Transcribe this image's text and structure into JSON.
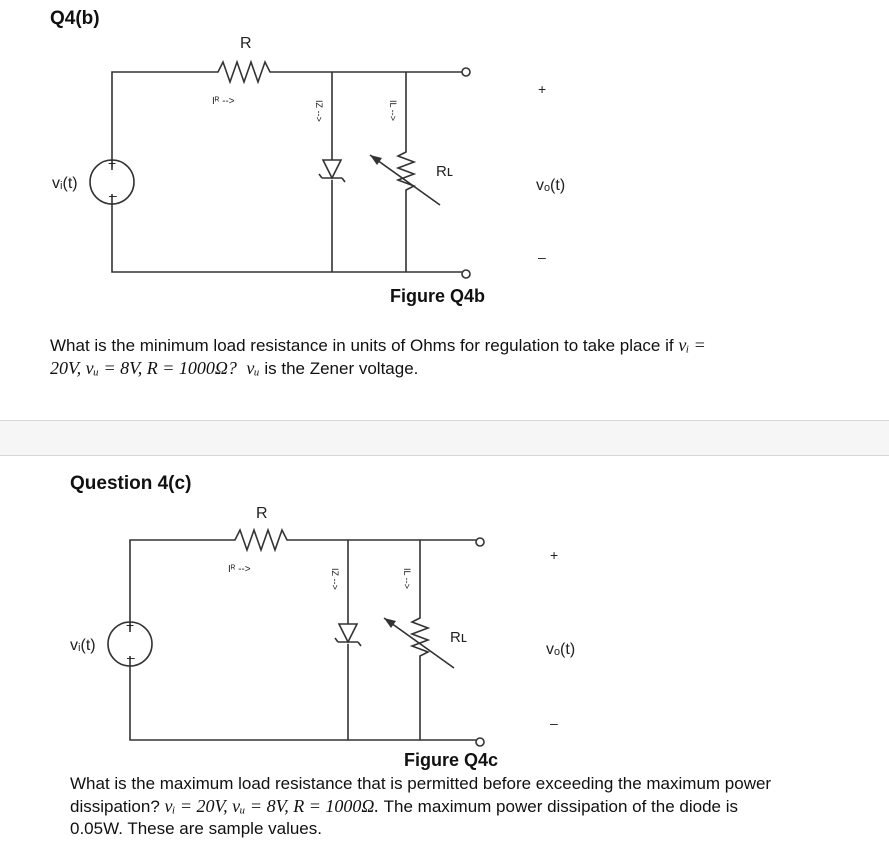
{
  "q4b": {
    "heading": "Q4(b)",
    "circuit": {
      "resistor_label": "R",
      "current_r": "Iᴿ -->",
      "current_z": "IZ -->",
      "current_l": "IL -->",
      "source_label": "vᵢ(t)",
      "load_label": "Rʟ",
      "output_label": "vₒ(t)",
      "plus": "+",
      "minus": "–",
      "source_plus": "+",
      "source_minus": "–"
    },
    "figure_caption": "Figure Q4b",
    "question_line1": "What is the minimum load resistance in units of Ohms for regulation to take place if ",
    "question_math1": "vᵢ =",
    "question_math2": "20V, vᵤ = 8V, R = 1000Ω?",
    "question_math3": "vᵤ",
    "question_line2_end": " is the Zener voltage."
  },
  "q4c": {
    "heading": "Question 4(c)",
    "circuit": {
      "resistor_label": "R",
      "current_r": "Iᴿ -->",
      "current_z": "IZ -->",
      "current_l": "IL -->",
      "source_label": "vᵢ(t)",
      "load_label": "Rʟ",
      "output_label": "vₒ(t)",
      "plus": "+",
      "minus": "–",
      "source_plus": "+",
      "source_minus": "–"
    },
    "figure_caption": "Figure Q4c",
    "question_line1": "What is the maximum load resistance that is permitted before exceeding the maximum power",
    "question_line2a": "dissipation? ",
    "question_math": "vᵢ = 20V, vᵤ = 8V, R = 1000Ω.",
    "question_line2b": " The maximum power dissipation of the diode is",
    "question_line3": "0.05W.  These are sample values."
  }
}
